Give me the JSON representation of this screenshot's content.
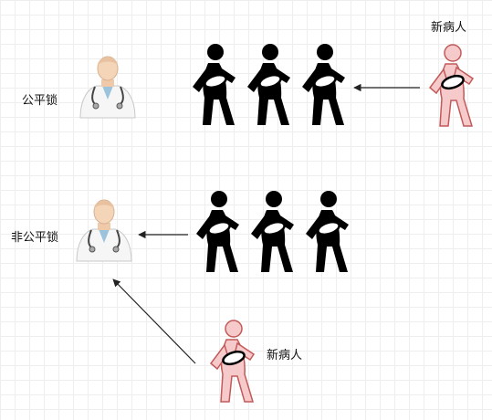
{
  "diagram": {
    "top_section": {
      "lock_label": "公平锁",
      "new_patient_label": "新病人",
      "waiting_patients_count": 3
    },
    "bottom_section": {
      "lock_label": "非公平锁",
      "new_patient_label": "新病人",
      "waiting_patients_count": 3
    },
    "colors": {
      "waiting_patient": "#000000",
      "new_patient_fill": "#f6caca",
      "new_patient_stroke": "#c25a5a",
      "arrow": "#222222"
    }
  }
}
